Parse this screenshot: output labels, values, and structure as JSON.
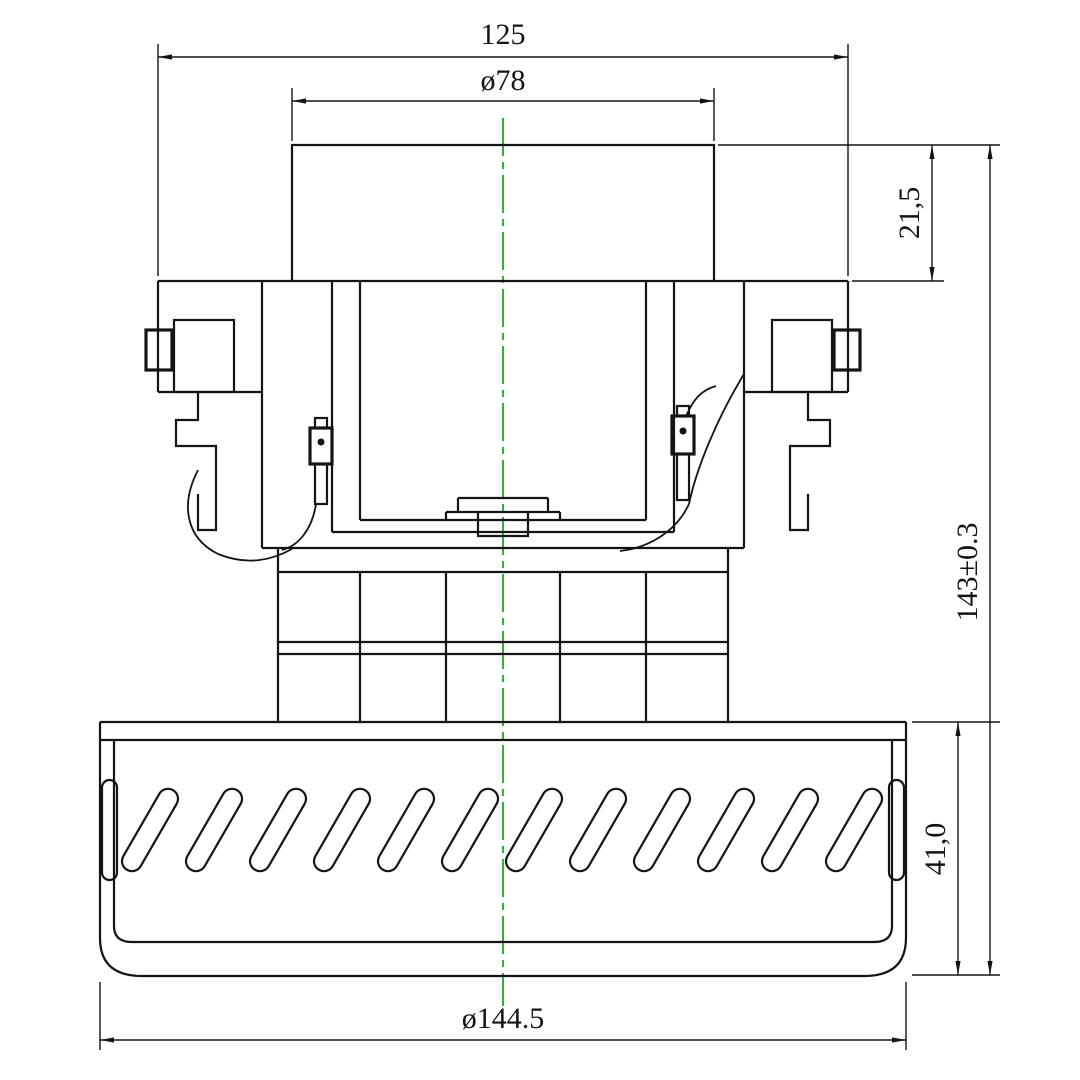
{
  "drawing": {
    "kind": "technical-dimension-drawing",
    "subject": "vacuum-cleaner-motor-front-view"
  },
  "dimensions": {
    "top_width": "125",
    "cap_diameter": "ø78",
    "cap_height": "21,5",
    "total_height": "143±0.3",
    "turbine_height": "41,0",
    "turbine_diameter": "ø144.5"
  },
  "colors": {
    "line": "#141414",
    "centerline": "#2fb52f",
    "background": "#ffffff"
  }
}
